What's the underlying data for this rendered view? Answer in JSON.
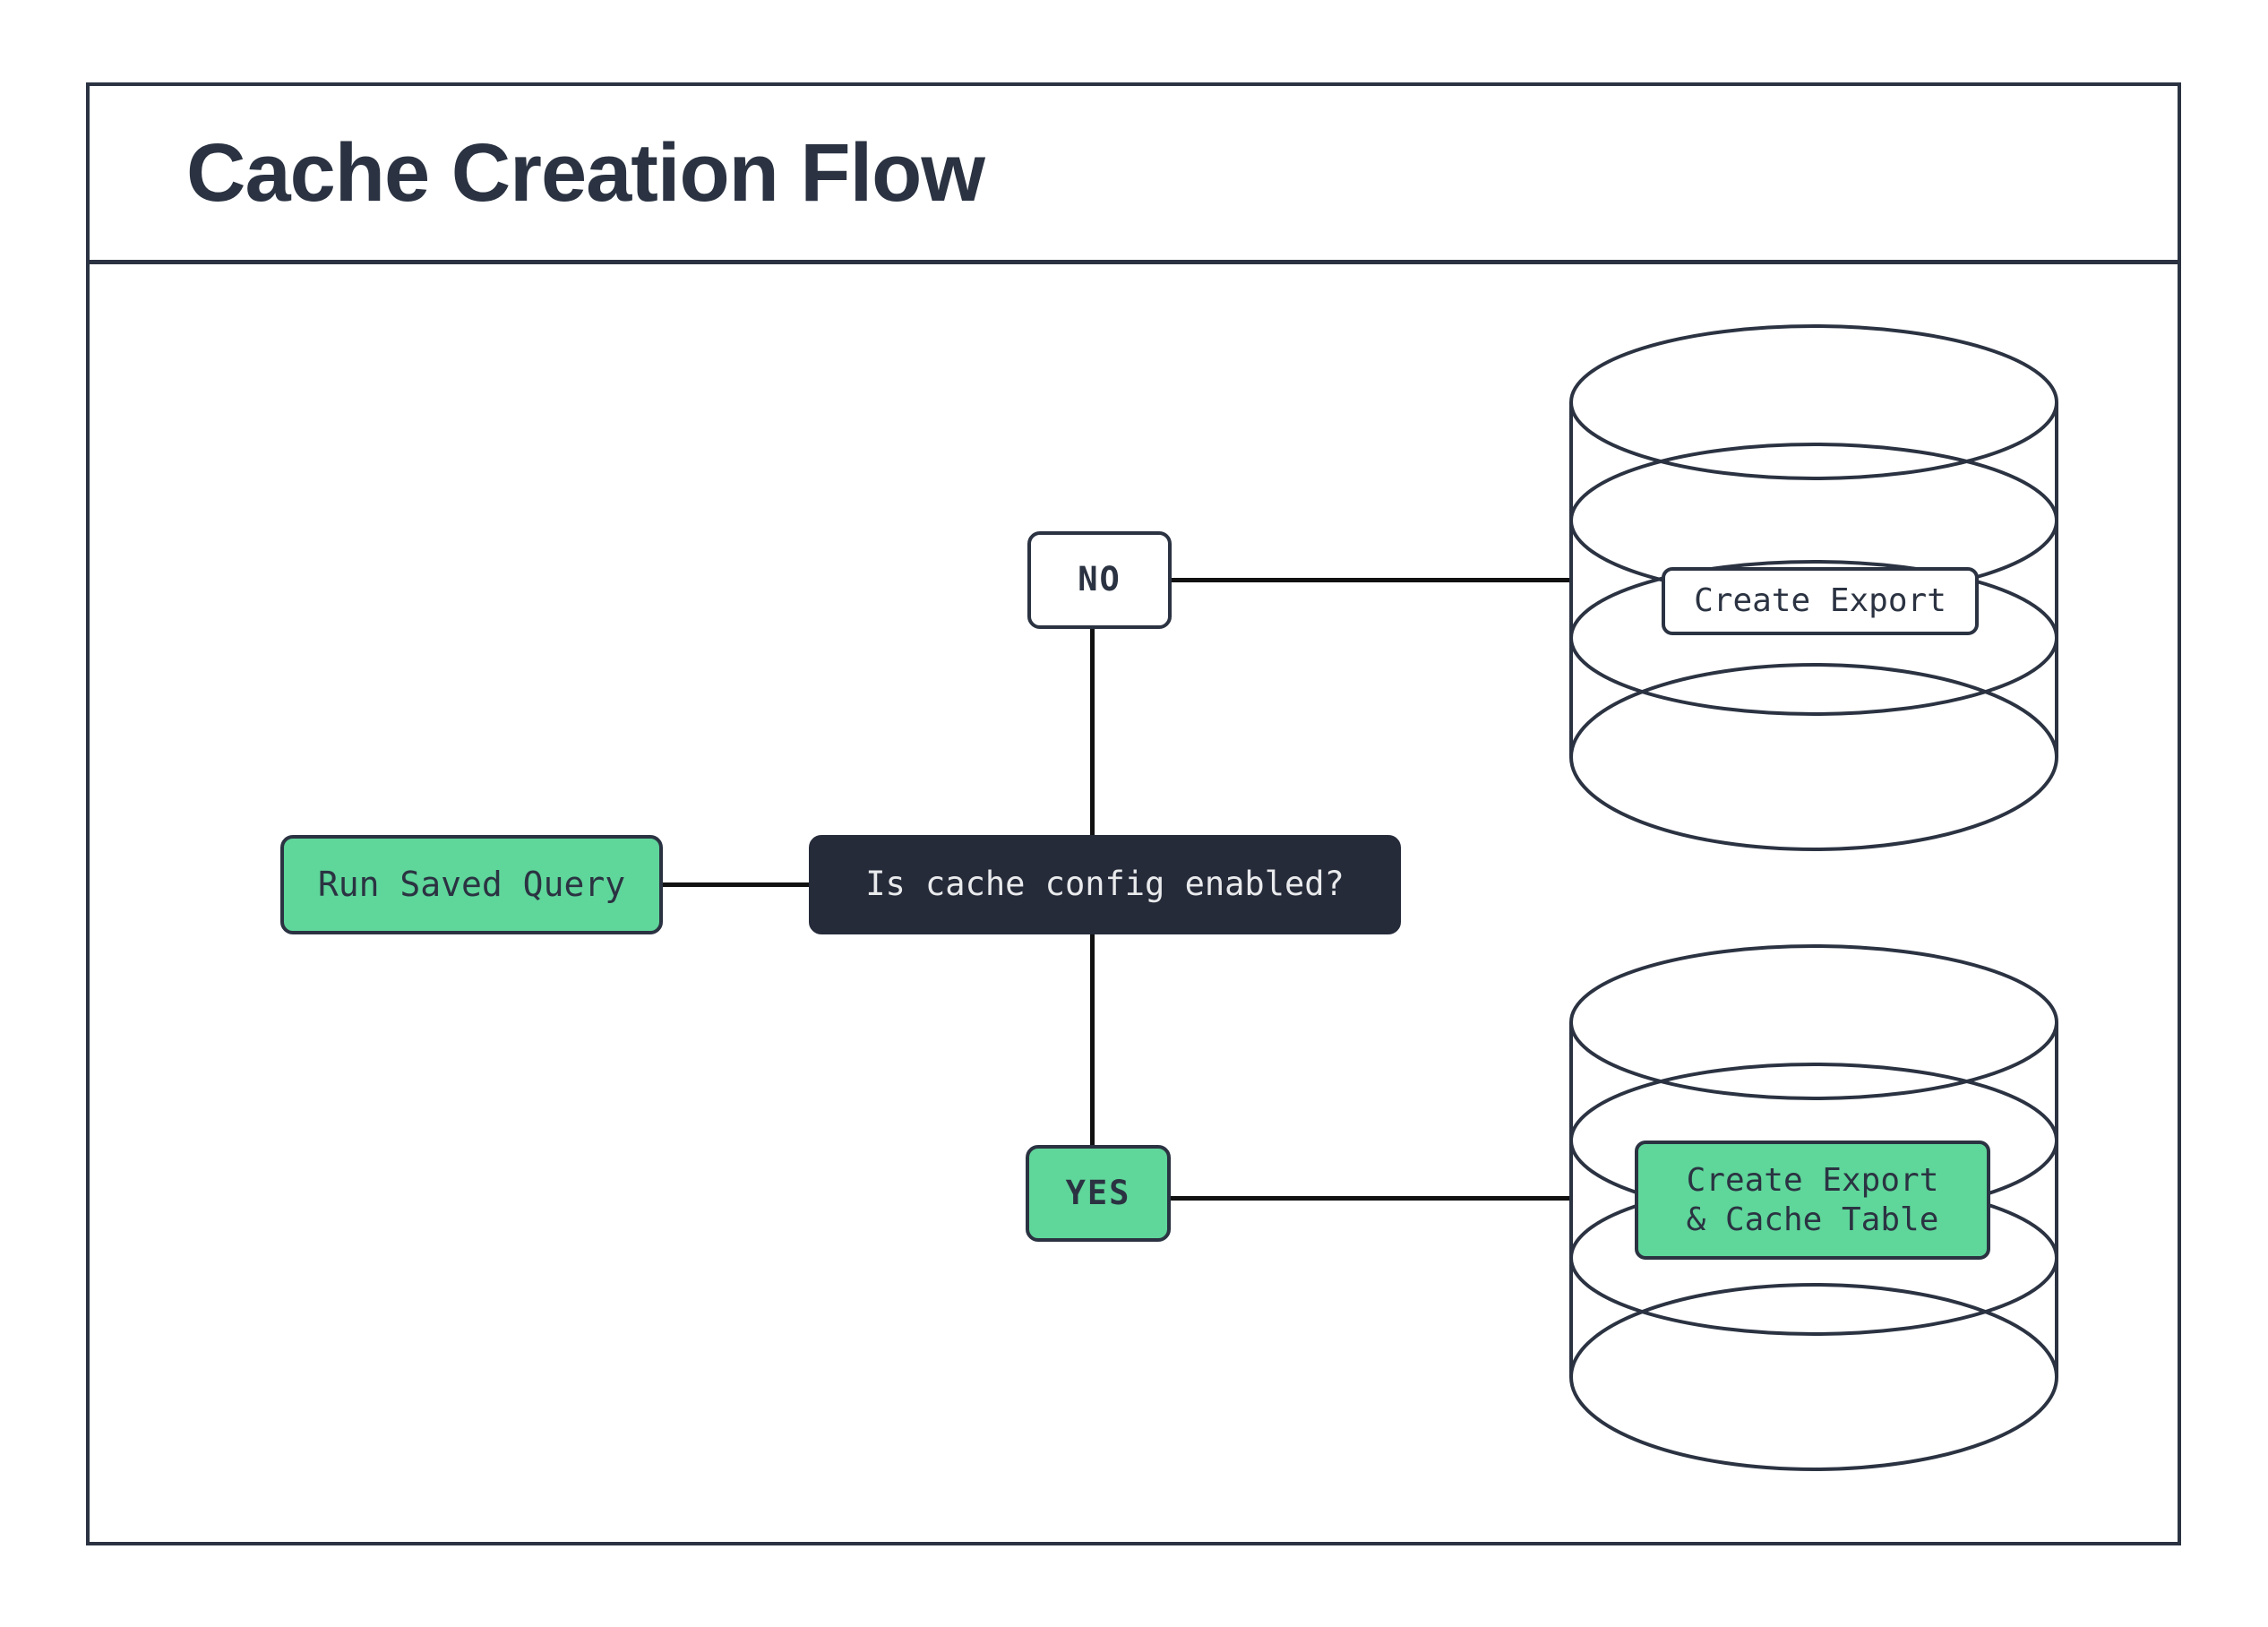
{
  "title": "Cache Creation Flow",
  "colors": {
    "green": "#5fd69a",
    "dark": "#262b3a",
    "ink": "#2b3342",
    "line": "#111111",
    "bg": "#ffffff",
    "light-text": "#e9eaec"
  },
  "nodes": {
    "start": "Run Saved Query",
    "decision": "Is cache config enabled?",
    "no_label": "NO",
    "yes_label": "YES",
    "no_result": "Create Export",
    "yes_result_line1": "Create Export",
    "yes_result_line2": "& Cache Table"
  },
  "icons": {
    "no_branch": "database-icon",
    "yes_branch": "database-icon"
  }
}
